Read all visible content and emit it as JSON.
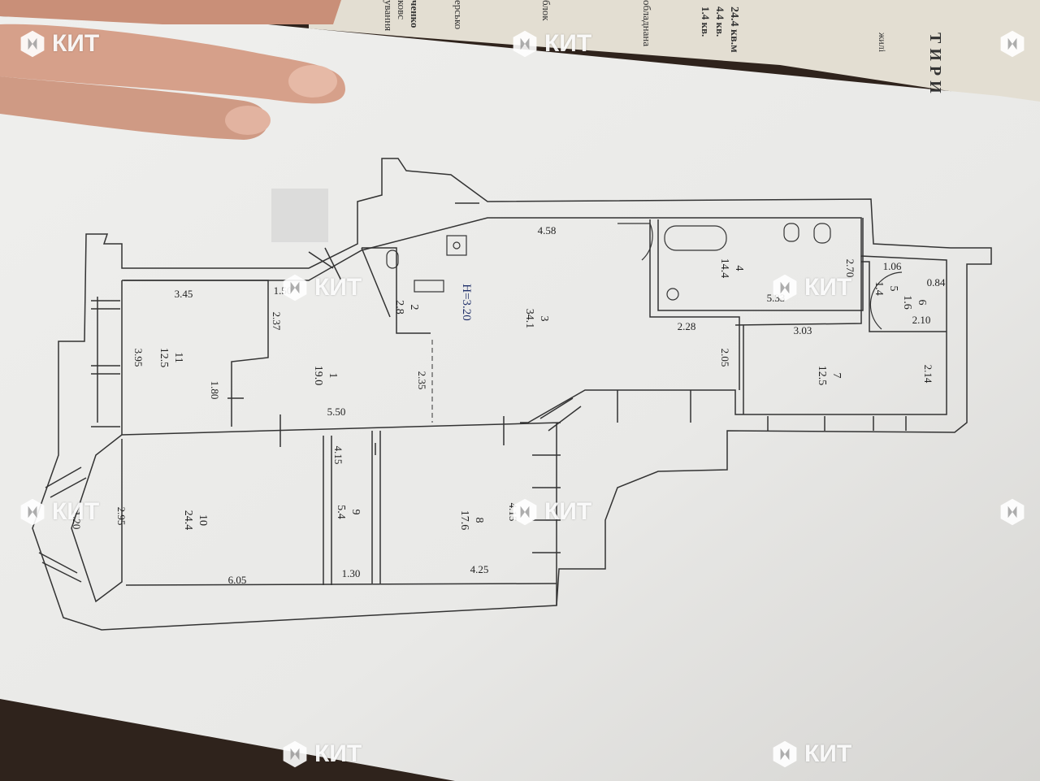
{
  "plan": {
    "ceiling": "H=3.20",
    "rooms": [
      {
        "num": "11",
        "area": "12.5"
      },
      {
        "num": "1",
        "area": "19.0"
      },
      {
        "num": "2",
        "area": "2.8"
      },
      {
        "num": "3",
        "area": "34.1"
      },
      {
        "num": "4",
        "area": "14.4"
      },
      {
        "num": "5",
        "area": "1.4"
      },
      {
        "num": "6",
        "area": "1.6"
      },
      {
        "num": "7",
        "area": "12.5"
      },
      {
        "num": "10",
        "area": "24.4"
      },
      {
        "num": "9",
        "area": "5.4"
      },
      {
        "num": "8",
        "area": "17.6"
      }
    ],
    "dims": [
      "3.45",
      "3.95",
      "1.50",
      "2.37",
      "1.80",
      "5.50",
      "2.35",
      "4.58",
      "2.28",
      "5.33",
      "2.70",
      "1.06",
      "0.84",
      "2.10",
      "3.03",
      "2.05",
      "2.14",
      "4.15",
      "2.95",
      "1.20",
      "6.05",
      "1.30",
      "4.25",
      "4.15"
    ]
  },
  "book_text": [
    "24.4 кв.м",
    "4.4 кв.",
    "1.4 кв.",
    "ТИРИ",
    "жилі",
    "обладнана",
    "блок",
    "ченко",
    "ковс",
    "ування",
    "ерсько"
  ],
  "watermark": "КИТ"
}
